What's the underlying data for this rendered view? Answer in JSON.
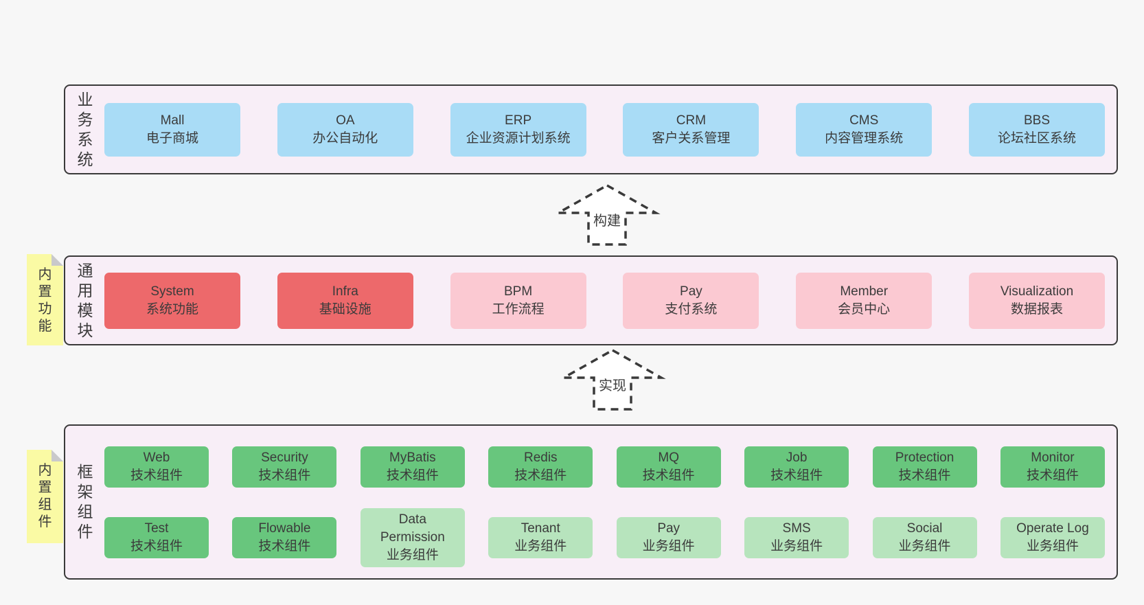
{
  "colors": {
    "page-bg": "#f7f7f7",
    "band-bg": "#f8eef7",
    "band-border": "#3a3a3a",
    "blue": "#a9dcf6",
    "red": "#ed696b",
    "pink": "#fbc9d2",
    "green": "#68c67d",
    "lightgreen": "#b7e4bd",
    "sticky-yellow": "#fafaa4",
    "sticky-fold": "#c9c9cb",
    "text": "#3b3b3b"
  },
  "bands": [
    {
      "label": "业务系统",
      "boxes": [
        {
          "title": "Mall",
          "subtitle": "电子商城",
          "color": "blue"
        },
        {
          "title": "OA",
          "subtitle": "办公自动化",
          "color": "blue"
        },
        {
          "title": "ERP",
          "subtitle": "企业资源计划系统",
          "color": "blue"
        },
        {
          "title": "CRM",
          "subtitle": "客户关系管理",
          "color": "blue"
        },
        {
          "title": "CMS",
          "subtitle": "内容管理系统",
          "color": "blue"
        },
        {
          "title": "BBS",
          "subtitle": "论坛社区系统",
          "color": "blue"
        }
      ]
    },
    {
      "label": "通用模块",
      "sticky": "内置功能",
      "boxes": [
        {
          "title": "System",
          "subtitle": "系统功能",
          "color": "red"
        },
        {
          "title": "Infra",
          "subtitle": "基础设施",
          "color": "red"
        },
        {
          "title": "BPM",
          "subtitle": "工作流程",
          "color": "pink"
        },
        {
          "title": "Pay",
          "subtitle": "支付系统",
          "color": "pink"
        },
        {
          "title": "Member",
          "subtitle": "会员中心",
          "color": "pink"
        },
        {
          "title": "Visualization",
          "subtitle": "数据报表",
          "color": "pink"
        }
      ]
    },
    {
      "label": "框架组件",
      "sticky": "内置组件",
      "rows": [
        [
          {
            "title": "Web",
            "subtitle": "技术组件",
            "color": "green"
          },
          {
            "title": "Security",
            "subtitle": "技术组件",
            "color": "green"
          },
          {
            "title": "MyBatis",
            "subtitle": "技术组件",
            "color": "green"
          },
          {
            "title": "Redis",
            "subtitle": "技术组件",
            "color": "green"
          },
          {
            "title": "MQ",
            "subtitle": "技术组件",
            "color": "green"
          },
          {
            "title": "Job",
            "subtitle": "技术组件",
            "color": "green"
          },
          {
            "title": "Protection",
            "subtitle": "技术组件",
            "color": "green"
          },
          {
            "title": "Monitor",
            "subtitle": "技术组件",
            "color": "green"
          }
        ],
        [
          {
            "title": "Test",
            "subtitle": "技术组件",
            "color": "green"
          },
          {
            "title": "Flowable",
            "subtitle": "技术组件",
            "color": "green"
          },
          {
            "title": "Data Permission",
            "subtitle": "业务组件",
            "color": "lightgreen"
          },
          {
            "title": "Tenant",
            "subtitle": "业务组件",
            "color": "lightgreen"
          },
          {
            "title": "Pay",
            "subtitle": "业务组件",
            "color": "lightgreen"
          },
          {
            "title": "SMS",
            "subtitle": "业务组件",
            "color": "lightgreen"
          },
          {
            "title": "Social",
            "subtitle": "业务组件",
            "color": "lightgreen"
          },
          {
            "title": "Operate Log",
            "subtitle": "业务组件",
            "color": "lightgreen"
          }
        ]
      ]
    }
  ],
  "arrows": [
    {
      "label": "构建"
    },
    {
      "label": "实现"
    }
  ]
}
